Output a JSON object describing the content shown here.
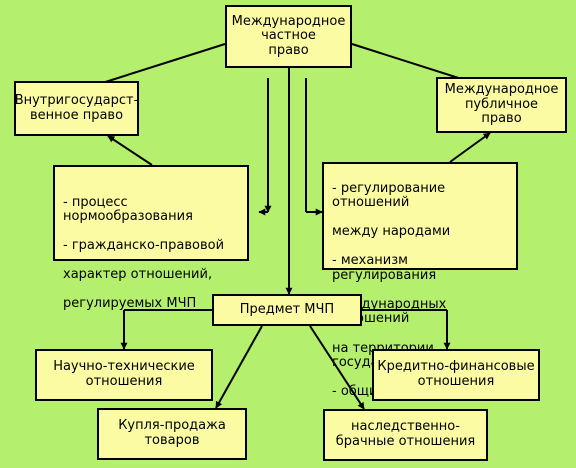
{
  "nodes": {
    "mchp": "Международное\nчастное\nправо",
    "vnutri": "Внутригосударст-\nвенное право",
    "publ": "Международное\nпубличное\nправо",
    "predmet": "Предмет МЧП",
    "nauch": "Научно-технические\nотношения",
    "kred": "Кредитно-финансовые\nотношения",
    "kuplya": "Купля-продажа\nтоваров",
    "nasl": "наследственно-\nбрачные отношения"
  },
  "left_list": [
    "- процесс нормообразования",
    "- гражданско-правовой",
    "характер отношений,",
    "регулируемых МЧП"
  ],
  "right_list": [
    "- регулирование отношений",
    "между народами",
    "- механизм регулирования",
    "международных отношений",
    "на территории государства",
    "- общие начала"
  ],
  "colors": {
    "background": "#b4f06e",
    "box_fill": "#fbfba4",
    "line": "#000000"
  }
}
